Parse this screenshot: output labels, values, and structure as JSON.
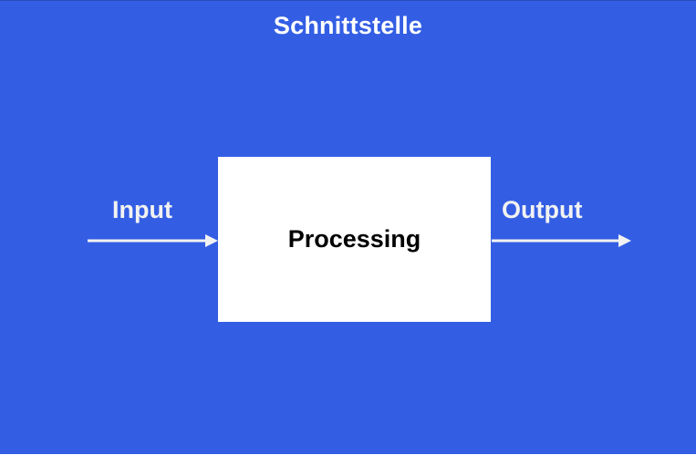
{
  "diagram": {
    "title": "Schnittstelle",
    "nodes": [
      {
        "id": "processing",
        "label": "Processing"
      }
    ],
    "edges": [
      {
        "id": "input-arrow",
        "to": "processing",
        "label": "Input"
      },
      {
        "id": "output-arrow",
        "from": "processing",
        "label": "Output"
      }
    ],
    "colors": {
      "background": "#335ee4",
      "box_fill": "#ffffff",
      "arrow": "#f2f2f2",
      "title_text": "#ffffff",
      "box_text": "#000000"
    }
  }
}
